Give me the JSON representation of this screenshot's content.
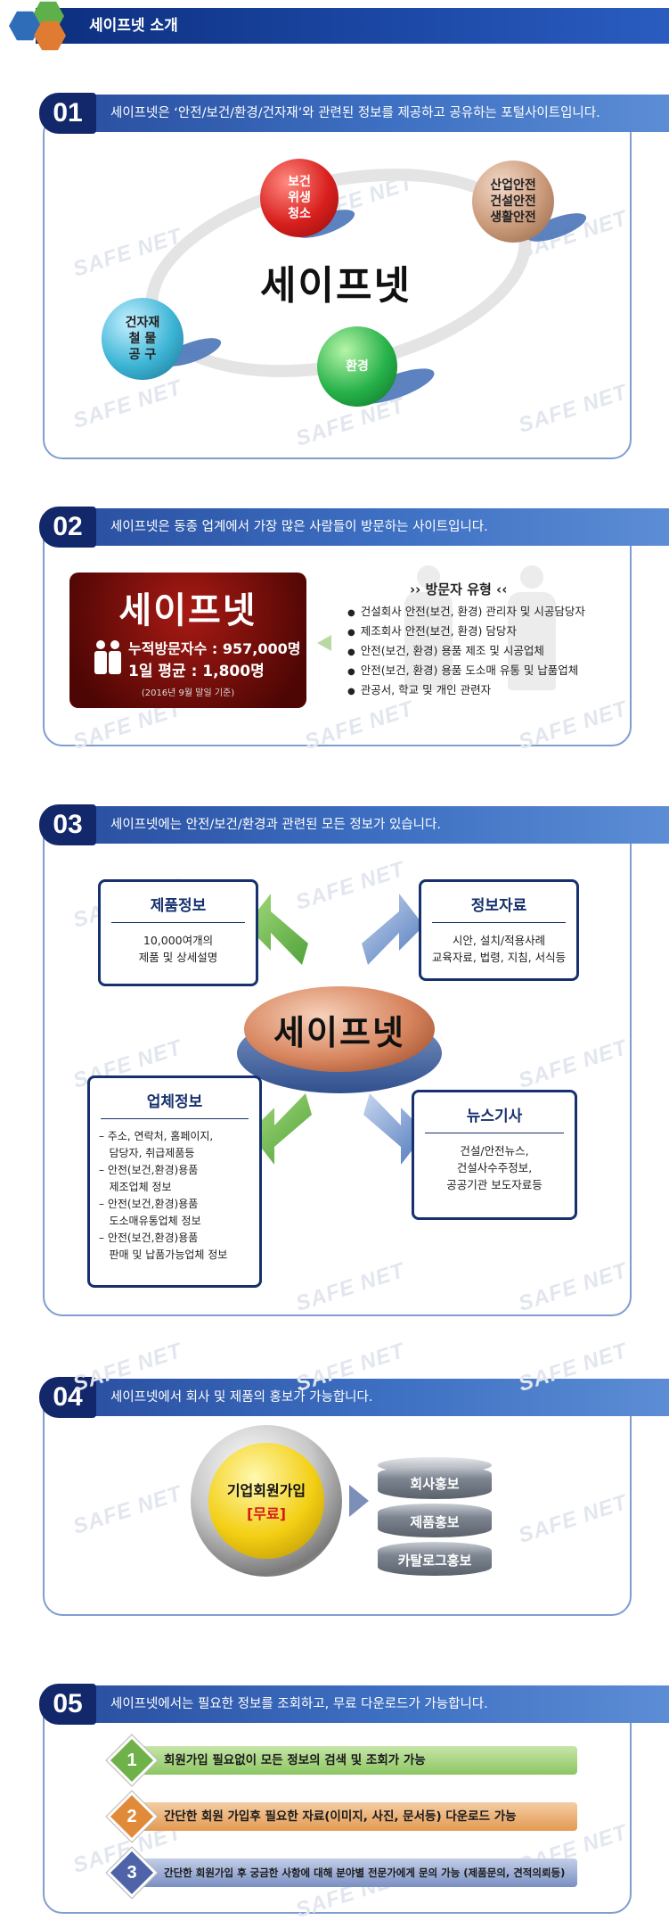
{
  "header": {
    "title": "세이프넷 소개"
  },
  "watermark": "SAFE NET",
  "sections": {
    "s1": {
      "num": "01",
      "text": "세이프넷은 ‘안전/보건/환경/건자재’와 관련된 정보를 제공하고 공유하는 포털사이트입니다.",
      "brand": "세이프넷",
      "sphere_red": [
        "보건",
        "위생",
        "청소"
      ],
      "sphere_brown": [
        "산업안전",
        "건설안전",
        "생활안전"
      ],
      "sphere_teal": [
        "건자재",
        "철 물",
        "공 구"
      ],
      "sphere_green": "환경"
    },
    "s2": {
      "num": "02",
      "text": "세이프넷은 동종 업계에서 가장 많은 사람들이 방문하는 사이트입니다.",
      "brand": "세이프넷",
      "visitors": "누적방문자수 : 957,000명",
      "daily": "1일 평균 : 1,800명",
      "note": "(2016년 9월 말일 기준)",
      "visitor_title": "›› 방문자 유형 ‹‹",
      "visitor_types": [
        "건설회사 안전(보건, 환경) 관리자 및 시공담당자",
        "제조회사 안전(보건, 환경) 담당자",
        "안전(보건, 환경) 용품 제조 및 시공업체",
        "안전(보건, 환경) 용품 도소매 유통 및 납품업체",
        "관공서, 학교 및 개인 관련자"
      ]
    },
    "s3": {
      "num": "03",
      "text": "세이프넷에는 안전/보건/환경과 관련된 모든 정보가 있습니다.",
      "brand": "세이프넷",
      "product": {
        "title": "제품정보",
        "lines": [
          "10,000여개의",
          "제품 및 상세설명"
        ]
      },
      "resource": {
        "title": "정보자료",
        "lines": [
          "시안, 설치/적용사례",
          "교육자료, 법령, 지침, 서식등"
        ]
      },
      "company": {
        "title": "업체정보",
        "items": [
          "– 주소, 연락처, 홈페이지,",
          "   담당자, 취급제품등",
          "– 안전(보건,환경)용품",
          "   제조업체 정보",
          "– 안전(보건,환경)용품",
          "   도소매유통업체 정보",
          "– 안전(보건,환경)용품",
          "   판매 및 납품가능업체 정보"
        ]
      },
      "news": {
        "title": "뉴스기사",
        "lines": [
          "건설/안전뉴스,",
          "건설사수주정보,",
          "공공기관 보도자료등"
        ]
      }
    },
    "s4": {
      "num": "04",
      "text": "세이프넷에서 회사 및 제품의 홍보가 가능합니다.",
      "join_label": "기업회원가입",
      "join_sub": "[무료]",
      "promos": [
        "회사홍보",
        "제품홍보",
        "카탈로그홍보"
      ]
    },
    "s5": {
      "num": "05",
      "text": "세이프넷에서는 필요한 정보를 조회하고, 무료 다운로드가 가능합니다.",
      "steps": [
        {
          "num": "1",
          "text": "회원가입 필요없이 모든 정보의 검색 및 조회가 가능"
        },
        {
          "num": "2",
          "text": "간단한 회원 가입후 필요한 자료(이미지, 사진, 문서등) 다운로드 가능"
        },
        {
          "num": "3",
          "text": "간단한 회원가입 후 궁금한 사항에 대해 분야별 전문가에게 문의 가능 (제품문의, 견적의뢰등)"
        }
      ]
    }
  },
  "colors": {
    "navy": "#13286b",
    "header_blue": "#1d4aa8",
    "section_border": "#7f9ed0",
    "step1": "#8cc562",
    "step2": "#e39a52",
    "step3": "#7a8fc2"
  }
}
